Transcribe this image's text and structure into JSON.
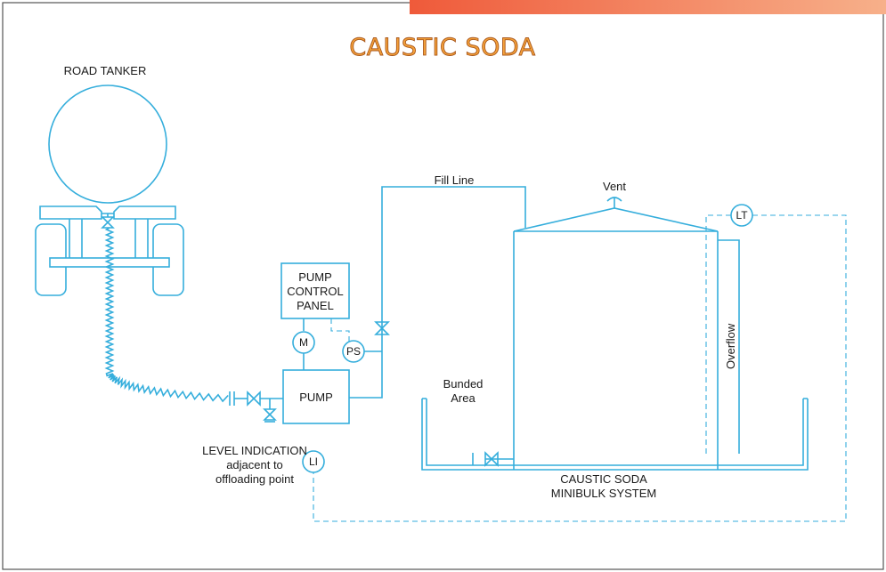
{
  "title": "CAUSTIC SODA",
  "colors": {
    "pipe": "#35aedc",
    "title_fill": "#f5a23a",
    "title_outline": "#a8561a",
    "frame_border": "#555555",
    "corner_bar": "#ef5a3a"
  },
  "labels": {
    "road_tanker": "ROAD TANKER",
    "fill_line": "Fill Line",
    "vent": "Vent",
    "pump_panel": [
      "PUMP",
      "CONTROL",
      "PANEL"
    ],
    "pump": "PUMP",
    "bunded_area": [
      "Bunded",
      "Area"
    ],
    "overflow": "Overflow",
    "level_indication": [
      "LEVEL INDICATION",
      "adjacent to",
      "offloading point"
    ],
    "minibulk": [
      "CAUSTIC SODA",
      "MINIBULK SYSTEM"
    ]
  },
  "instruments": {
    "motor": "M",
    "pressure_switch": "PS",
    "level_transmitter": "LT",
    "level_indicator": "LI"
  }
}
